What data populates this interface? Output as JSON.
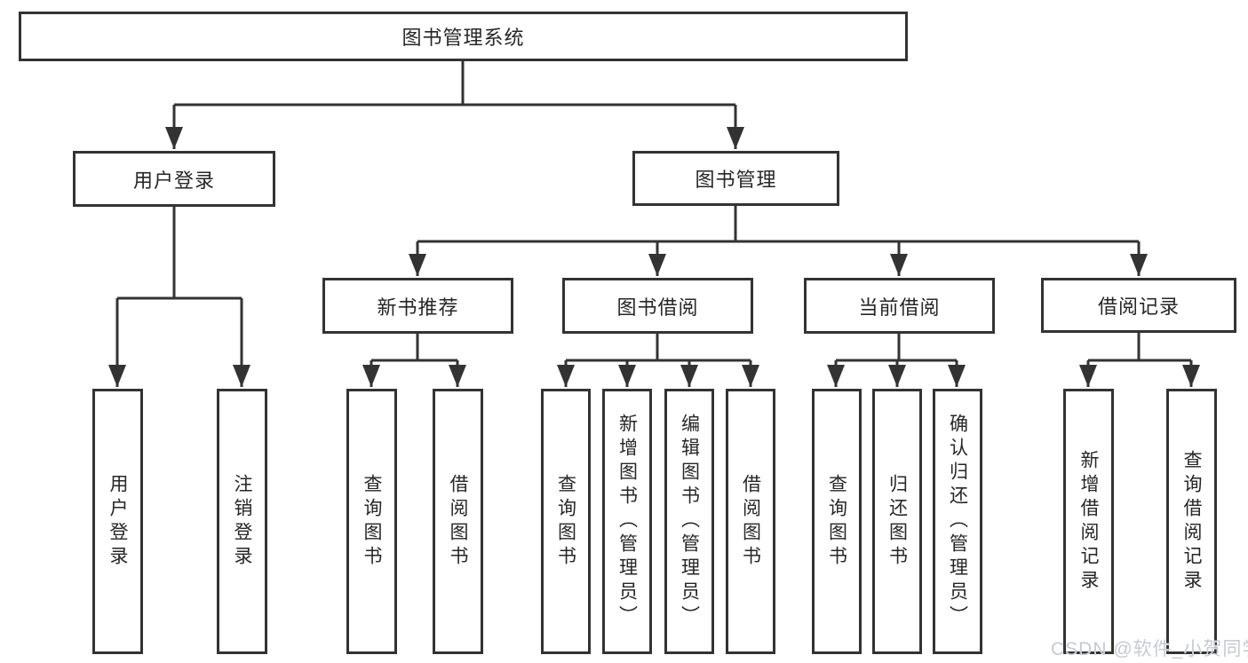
{
  "diagram": {
    "type": "hierarchy-tree",
    "title": "图书管理系统",
    "colors": {
      "background": "#ffffff",
      "line": "#333333",
      "box_border": "#333333",
      "box_fill": "#ffffff",
      "text": "#262626",
      "watermark": "#c6cad2"
    },
    "nodes": {
      "root": "图书管理系统",
      "level2": [
        "用户登录",
        "图书管理"
      ],
      "level3": [
        "新书推荐",
        "图书借阅",
        "当前借阅",
        "借阅记录"
      ],
      "leaves_user_login": [
        "用户登录",
        "注销登录"
      ],
      "leaves_new_book": [
        "查询图书",
        "借阅图书"
      ],
      "leaves_book_borrow": [
        "查询图书",
        "新增图书（管理员）",
        "编辑图书（管理员）",
        "借阅图书"
      ],
      "leaves_current_borrow": [
        "查询图书",
        "归还图书",
        "确认归还（管理员）"
      ],
      "leaves_records": [
        "新增借阅记录",
        "查询借阅记录"
      ]
    },
    "watermark": "CSDN @软件_小贺同学"
  }
}
